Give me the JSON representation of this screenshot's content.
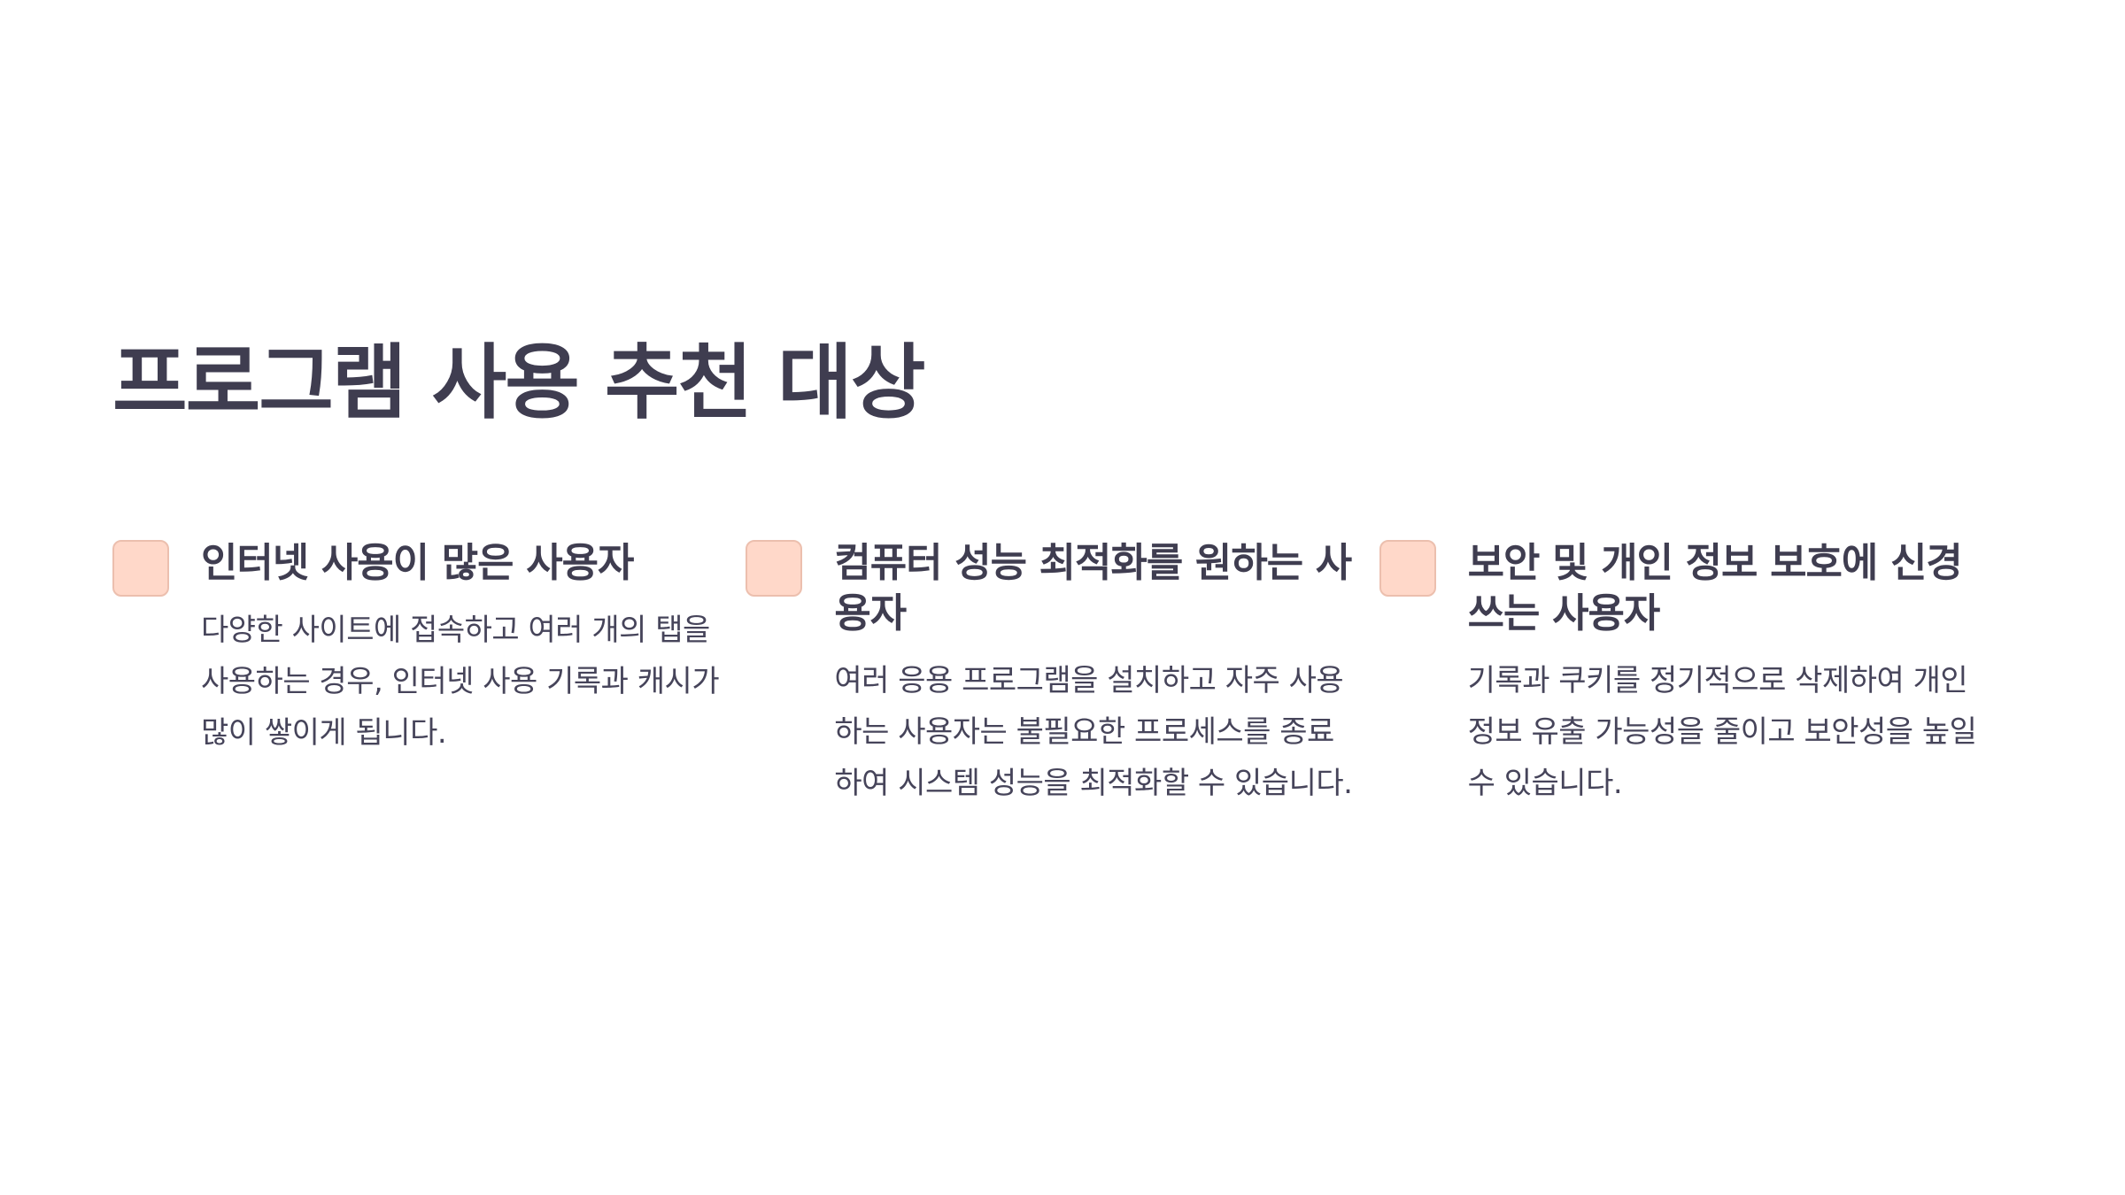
{
  "slide": {
    "title": "프로그램 사용 추천 대상",
    "cards": [
      {
        "title": "인터넷 사용이 많은 사용자",
        "text": "다양한 사이트에 접속하고 여러 개의 탭을 사용하는 경우, 인터넷 사용 기록과 캐시가 많이 쌓이게 됩니다."
      },
      {
        "title": "컴퓨터 성능 최적화를 원하는 사용자",
        "text": "여러 응용 프로그램을 설치하고 자주 사용하는 사용자는 불필요한 프로세스를 종료하여 시스템 성능을 최적화할 수 있습니다."
      },
      {
        "title": "보안 및 개인 정보 보호에 신경 쓰는 사용자",
        "text": "기록과 쿠키를 정기적으로 삭제하여 개인 정보 유출 가능성을 줄이고 보안성을 높일 수 있습니다."
      }
    ]
  },
  "colors": {
    "text": "#3f3d50",
    "icon_fill": "#ffd8c9",
    "icon_border": "#ecbfae",
    "background": "#ffffff"
  }
}
